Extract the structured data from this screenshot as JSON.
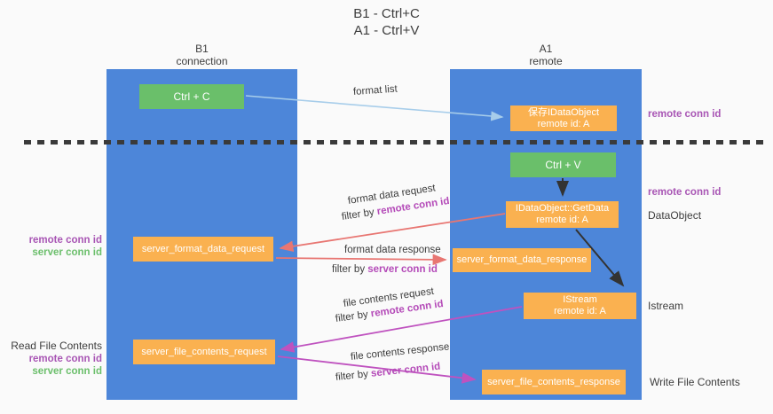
{
  "title": {
    "line1": "B1 - Ctrl+C",
    "line2": "A1 - Ctrl+V"
  },
  "columns": {
    "left": {
      "name": "B1",
      "subtitle": "connection"
    },
    "right": {
      "name": "A1",
      "subtitle": "remote"
    }
  },
  "nodes": {
    "ctrl_c": "Ctrl + C",
    "ctrl_v": "Ctrl + V",
    "save_dataobject": {
      "line1": "保存IDataObject",
      "line2": "remote id: A"
    },
    "getdata": {
      "line1": "IDataObject::GetData",
      "line2": "remote id: A"
    },
    "istream": {
      "line1": "IStream",
      "line2": "remote id: A"
    },
    "format_request": "server_format_data_request",
    "format_response": "server_format_data_response",
    "file_request": "server_file_contents_request",
    "file_response": "server_file_contents_response"
  },
  "labels": {
    "format_list": "format list",
    "format_data_request": "format data request",
    "format_data_response": "format data response",
    "file_contents_request": "file contents request",
    "file_contents_response": "file contents response",
    "filter_by": "filter by ",
    "remote_conn_id": "remote conn id",
    "server_conn_id": "server conn id",
    "dataobject": "DataObject",
    "istream_side": "Istream",
    "read_file_contents": "Read File Contents",
    "write_file_contents": "Write File Contents"
  },
  "colors": {
    "lifeline_blue": "#4d86d9",
    "box_green": "#6abf6a",
    "box_orange": "#fab150",
    "arrow_light_blue": "#a7cdea",
    "arrow_red": "#e87672",
    "arrow_magenta": "#bf52bf",
    "arrow_black": "#333333",
    "text_purple": "#a855b4",
    "text_green": "#6cbf6c",
    "background": "#fafafa"
  }
}
